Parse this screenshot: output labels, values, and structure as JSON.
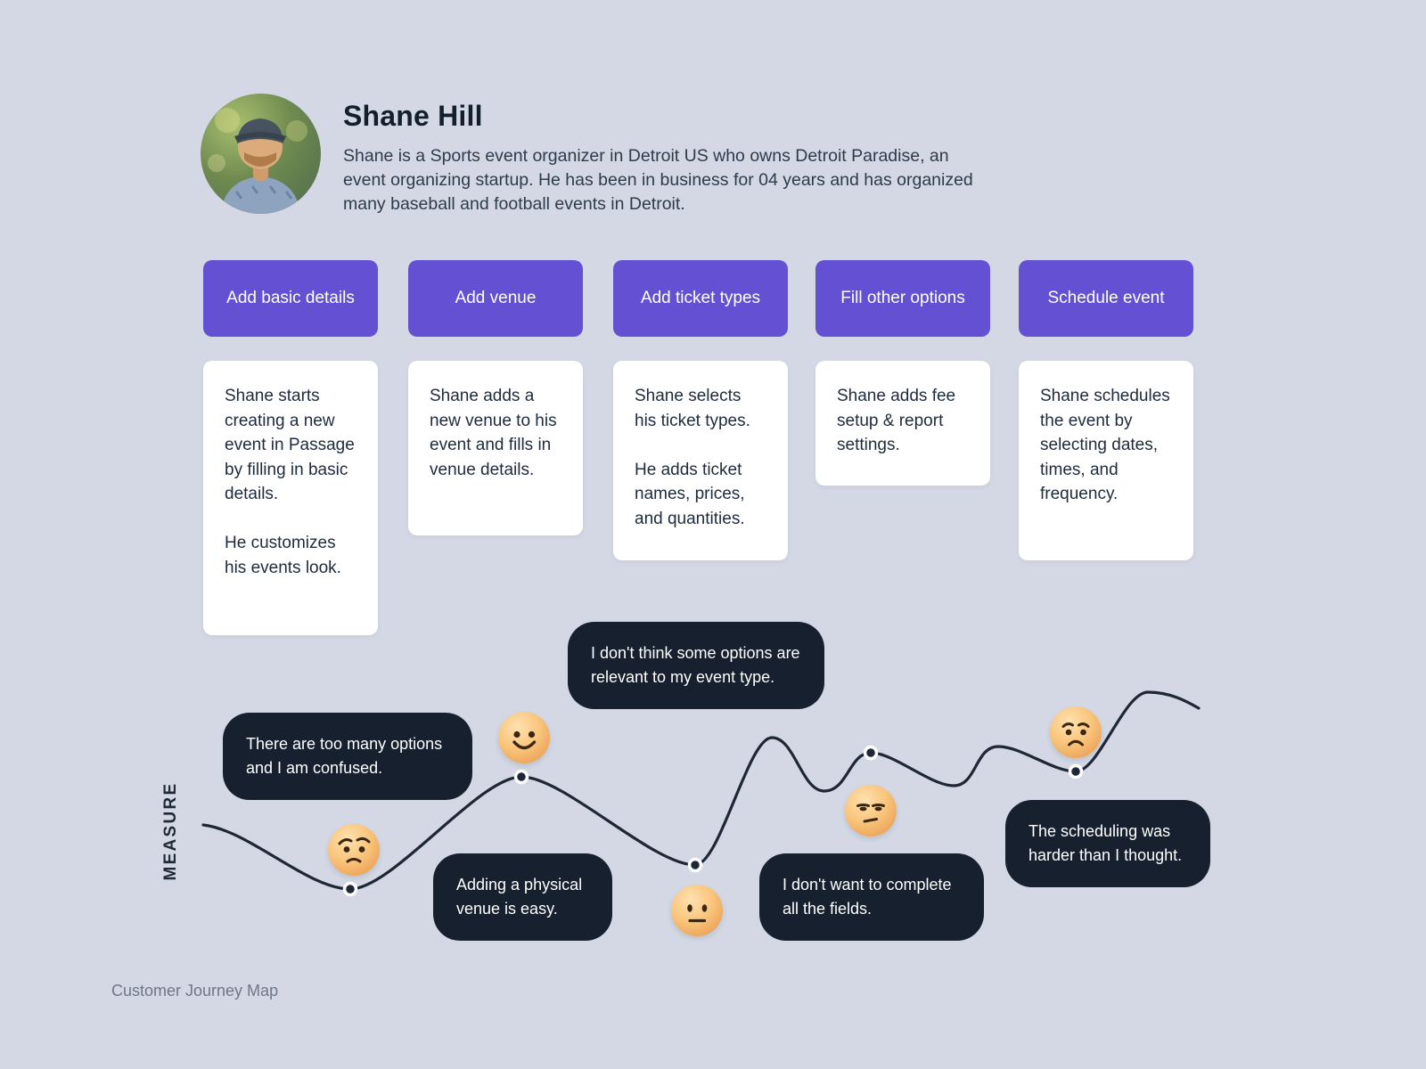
{
  "colors": {
    "background": "#d3d8e4",
    "accent_purple": "#6450d3",
    "bubble_dark": "#16202e",
    "card_background": "#ffffff",
    "text_dark": "#1e2b3c",
    "curve_stroke": "#1d2736"
  },
  "persona": {
    "name": "Shane Hill",
    "description": "Shane is a Sports event organizer in Detroit US who owns Detroit Paradise, an event organizing startup. He has been in business for 04 years and has organized many baseball and football events in Detroit."
  },
  "stages": [
    {
      "label": "Add basic details",
      "card": "Shane starts creating a new event in Passage by filling in basic details.\n\nHe customizes his events look."
    },
    {
      "label": "Add venue",
      "card": "Shane adds a new venue to his event and fills in venue details."
    },
    {
      "label": "Add ticket types",
      "card": "Shane selects his ticket types.\n\nHe adds ticket names, prices, and quantities."
    },
    {
      "label": "Fill other options",
      "card": "Shane adds fee setup & report settings."
    },
    {
      "label": "Schedule event",
      "card": "Shane schedules the event by selecting dates, times, and frequency."
    }
  ],
  "journey": {
    "axis_label": "MEASURE",
    "quotes": [
      "There are too many options and I am confused.",
      "I don't think some options are relevant to my event type.",
      "Adding a physical venue is easy.",
      "I don't want to complete all the fields.",
      "The scheduling was harder than I thought."
    ],
    "emotions": [
      "worried",
      "happy",
      "neutral",
      "unamused",
      "sad"
    ]
  },
  "footer_label": "Customer Journey Map"
}
